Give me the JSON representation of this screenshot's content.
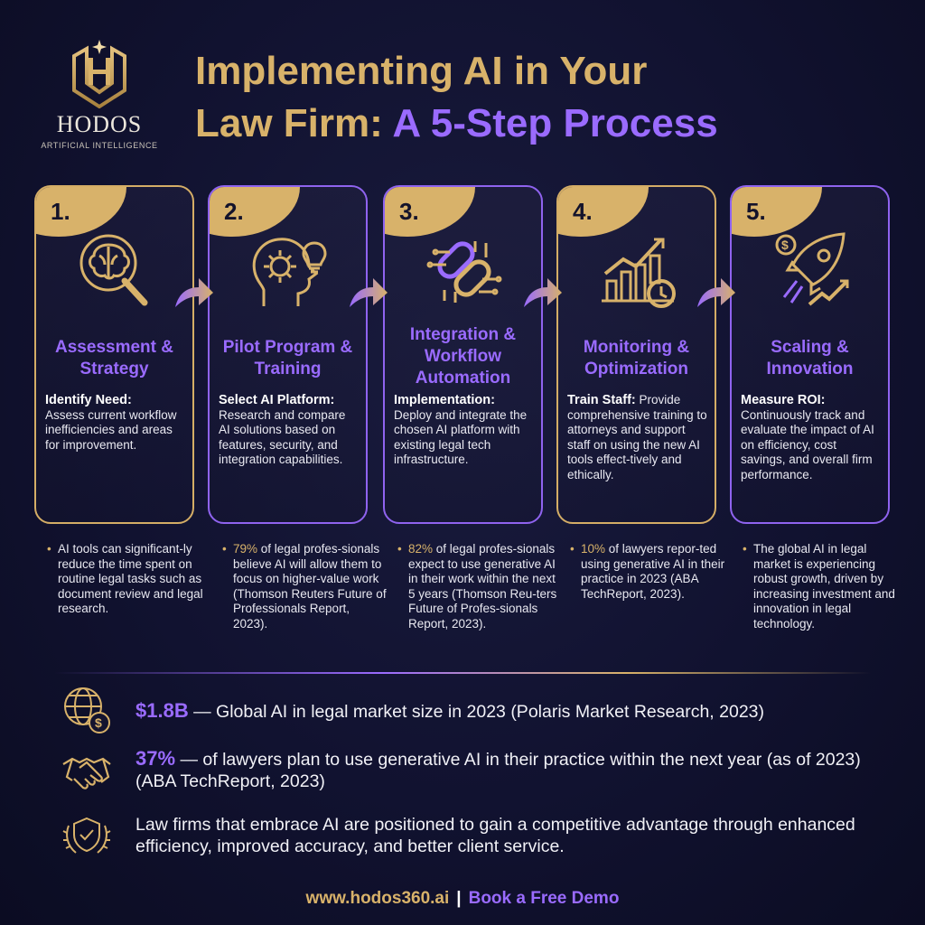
{
  "brand": {
    "name": "HODOS",
    "tagline": "ARTIFICIAL INTELLIGENCE",
    "logo_icon": "shield-h-logo"
  },
  "title": {
    "line1": "Implementing AI in Your",
    "line2_part1": "Law Firm: ",
    "line2_part2": "A 5-Step Process"
  },
  "colors": {
    "gold": "#d8b26a",
    "purple": "#9a6bff",
    "background": "#111230"
  },
  "steps": [
    {
      "number": "1.",
      "icon": "brain-magnifier-icon",
      "title": "Assessment & Strategy",
      "lead": "Identify Need:",
      "text": "Assess current workflow inefficiencies and areas for improvement."
    },
    {
      "number": "2.",
      "icon": "head-gear-lightbulb-icon",
      "title": "Pilot Program & Training",
      "lead": "Select AI Platform:",
      "text": "Research and compare AI solutions based on features, security, and integration capabilities."
    },
    {
      "number": "3.",
      "icon": "chain-circuit-icon",
      "title": "Integration & Workflow Automation",
      "lead": "Implementation:",
      "text": "Deploy and integrate the chosen AI platform with existing legal tech infrastructure."
    },
    {
      "number": "4.",
      "icon": "chart-clock-icon",
      "title": "Monitoring & Optimization",
      "lead": "Train Staff:",
      "text": "Provide comprehensive training to attorneys and support staff on using the new AI tools effect-tively and ethically."
    },
    {
      "number": "5.",
      "icon": "rocket-dollar-icon",
      "title": "Scaling & Innovation",
      "lead": "Measure ROI:",
      "text": "Continuously track and evaluate the impact of AI on efficiency, cost savings, and overall firm performance."
    }
  ],
  "bullets": [
    {
      "highlight": "",
      "text": "AI tools can significant-ly reduce the time spent on routine legal tasks such as document review and legal research."
    },
    {
      "highlight": "79%",
      "text": " of legal profes-sionals believe AI will allow them to focus on higher-value work (Thomson Reuters Future of Professionals Report, 2023)."
    },
    {
      "highlight": "82%",
      "text": " of legal profes-sionals expect to use generative AI in their work within the next 5 years (Thomson Reu-ters Future of Profes-sionals Report, 2023)."
    },
    {
      "highlight": "10%",
      "text": " of lawyers repor-ted using generative AI in their practice in 2023 (ABA TechReport, 2023)."
    },
    {
      "highlight": "",
      "text": "The global AI in legal market is experiencing robust growth, driven by increasing investment and innovation in legal technology."
    }
  ],
  "stats": [
    {
      "icon": "globe-dollar-icon",
      "big": "$1.8B",
      "text": " — Global AI in legal market size in 2023 (Polaris Market Research, 2023)"
    },
    {
      "icon": "handshake-icon",
      "big": "37%",
      "text": " — of lawyers plan to use generative AI in their practice within the next year (as of 2023) (ABA TechReport, 2023)"
    },
    {
      "icon": "shield-laurel-icon",
      "big": "",
      "text": "Law firms that embrace AI are positioned to gain a competitive advantage through enhanced efficiency, improved accuracy, and better client service."
    }
  ],
  "footer": {
    "url": "www.hodos360.ai",
    "separator": "|",
    "cta": "Book a Free Demo"
  }
}
